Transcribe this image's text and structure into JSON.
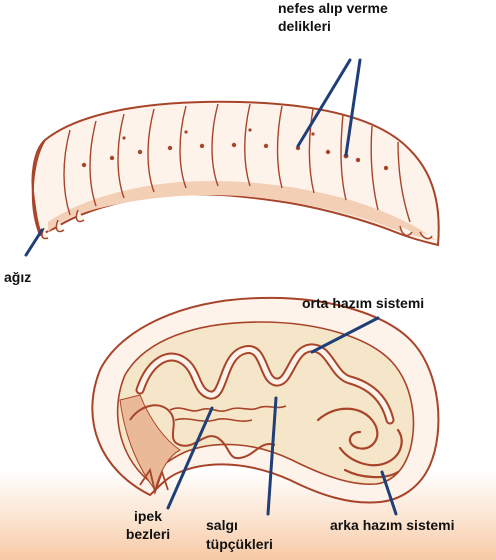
{
  "labels": {
    "spiracles": [
      "nefes alıp verme",
      "delikleri"
    ],
    "mouth": "ağız",
    "midgut": "orta hazım sistemi",
    "silk_glands": [
      "ipek",
      "bezleri"
    ],
    "malpighian": [
      "salgı",
      "tüpçükleri"
    ],
    "hindgut": "arka hazım sistemi"
  },
  "colors": {
    "outline": "#a8442a",
    "body_fill": "#fdf3ea",
    "segment_shade": "#f3cfb6",
    "gut_fill": "#f6e6c9",
    "leader": "#1f3f78",
    "text": "#111111"
  }
}
